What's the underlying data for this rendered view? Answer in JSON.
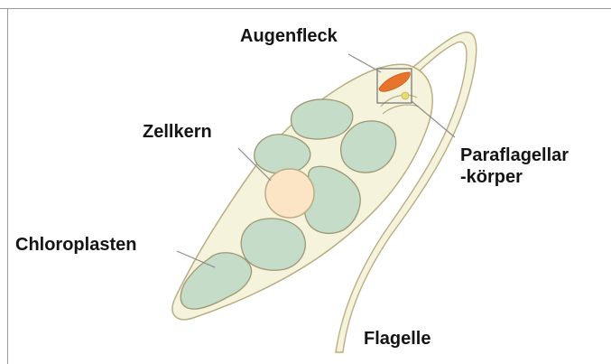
{
  "labels": {
    "eyespot": "Augenfleck",
    "nucleus": "Zellkern",
    "paraflagellar_line1": "Paraflagellar",
    "paraflagellar_line2": "-körper",
    "chloroplasts": "Chloroplasten",
    "flagellum": "Flagelle"
  },
  "colors": {
    "cell_fill": "#f6f3dc",
    "cell_outline": "#b9ad84",
    "chloroplast_fill": "#c4dcc8",
    "chloroplast_outline": "#9e9772",
    "nucleus_fill": "#fbe5c4",
    "eyespot_fill": "#e8742c",
    "paraflagellar_body": "#e9e067",
    "flagellum_fill": "#f6f3dc",
    "leader_line": "#8a8a8a",
    "label_text": "#141414"
  }
}
